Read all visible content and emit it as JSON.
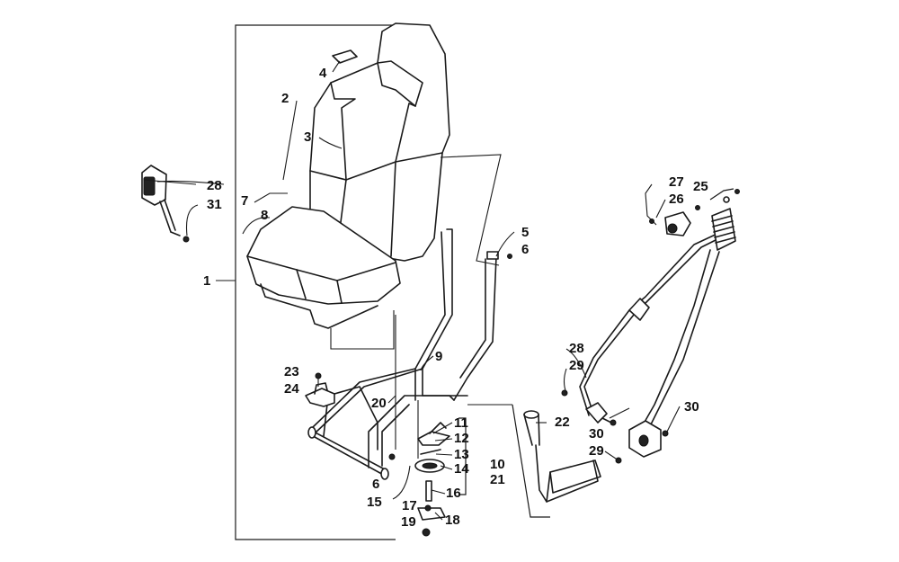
{
  "callouts": [
    {
      "id": "c1",
      "text": "1"
    },
    {
      "id": "c2",
      "text": "2"
    },
    {
      "id": "c3",
      "text": "3"
    },
    {
      "id": "c4",
      "text": "4"
    },
    {
      "id": "c5",
      "text": "5"
    },
    {
      "id": "c6a",
      "text": "6"
    },
    {
      "id": "c6b",
      "text": "6"
    },
    {
      "id": "c7",
      "text": "7"
    },
    {
      "id": "c8",
      "text": "8"
    },
    {
      "id": "c9",
      "text": "9"
    },
    {
      "id": "c10",
      "text": "10"
    },
    {
      "id": "c11",
      "text": "11"
    },
    {
      "id": "c12",
      "text": "12"
    },
    {
      "id": "c13",
      "text": "13"
    },
    {
      "id": "c14",
      "text": "14"
    },
    {
      "id": "c15",
      "text": "15"
    },
    {
      "id": "c16",
      "text": "16"
    },
    {
      "id": "c17",
      "text": "17"
    },
    {
      "id": "c18",
      "text": "18"
    },
    {
      "id": "c19",
      "text": "19"
    },
    {
      "id": "c20",
      "text": "20"
    },
    {
      "id": "c21",
      "text": "21"
    },
    {
      "id": "c22",
      "text": "22"
    },
    {
      "id": "c23",
      "text": "23"
    },
    {
      "id": "c24",
      "text": "24"
    },
    {
      "id": "c25",
      "text": "25"
    },
    {
      "id": "c26",
      "text": "26"
    },
    {
      "id": "c27",
      "text": "27"
    },
    {
      "id": "c28a",
      "text": "28"
    },
    {
      "id": "c28b",
      "text": "28"
    },
    {
      "id": "c29a",
      "text": "29"
    },
    {
      "id": "c29b",
      "text": "29"
    },
    {
      "id": "c30a",
      "text": "30"
    },
    {
      "id": "c30b",
      "text": "30"
    },
    {
      "id": "c31",
      "text": "31"
    }
  ]
}
